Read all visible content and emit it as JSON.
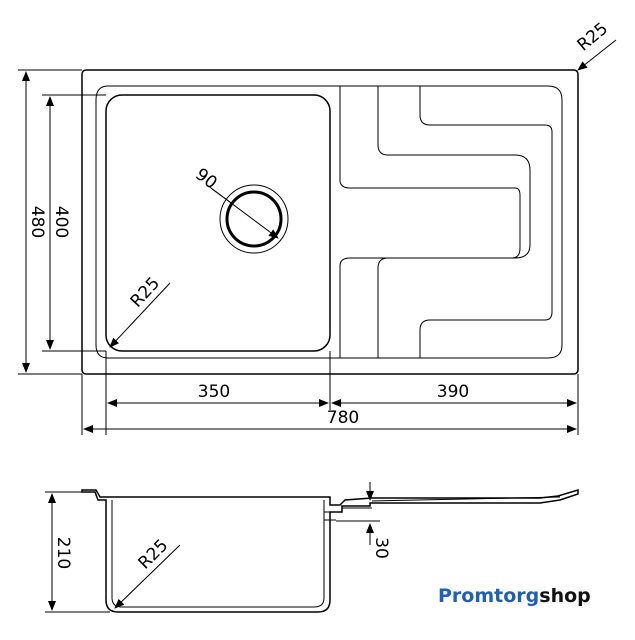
{
  "top_view": {
    "overall_width": "780",
    "overall_height": "480",
    "bowl_width": "350",
    "drainer_width": "390",
    "bowl_height": "400",
    "drain_diameter": "90",
    "bowl_corner_radius": "R25",
    "outer_corner_radius": "R25"
  },
  "side_view": {
    "depth": "210",
    "drainer_depth": "30",
    "bowl_corner_radius": "R25"
  },
  "logo": {
    "part1": "Promtorg",
    "part2": "shop",
    "color": "#1f5fb4"
  }
}
